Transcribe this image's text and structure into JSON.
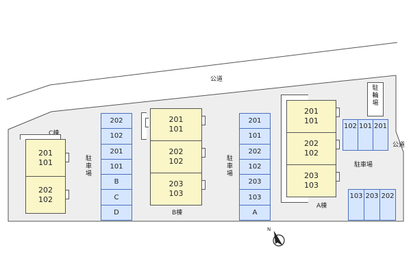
{
  "road_top": "公道",
  "road_right": "公道",
  "buildings": {
    "c": {
      "label": "C棟",
      "units": [
        [
          "201",
          "101"
        ],
        [
          "202",
          "102"
        ]
      ]
    },
    "b": {
      "label": "B棟",
      "units": [
        [
          "201",
          "101"
        ],
        [
          "202",
          "102"
        ],
        [
          "203",
          "103"
        ]
      ]
    },
    "a": {
      "label": "A棟",
      "units": [
        [
          "201",
          "101"
        ],
        [
          "202",
          "102"
        ],
        [
          "203",
          "103"
        ]
      ]
    }
  },
  "parking_label": "駐車場",
  "parking_v1": "駐車場",
  "parking_v2": "駐車場",
  "bike_label": "駐輪場",
  "parking_col_1": [
    "202",
    "102",
    "201",
    "101",
    "B",
    "C",
    "D"
  ],
  "parking_col_2": [
    "201",
    "101",
    "202",
    "102",
    "203",
    "103",
    "A"
  ],
  "parking_row_top": [
    "102",
    "101",
    "201"
  ],
  "parking_row_bottom": [
    "103",
    "203",
    "202"
  ],
  "compass": {
    "label": "N",
    "icon": "north-arrow-icon"
  },
  "colors": {
    "unit_fill": "#fbf6c8",
    "parking_fill": "#d6e6ff",
    "parking_border": "#4a6fbf",
    "lot_fill": "#eeeeee"
  }
}
